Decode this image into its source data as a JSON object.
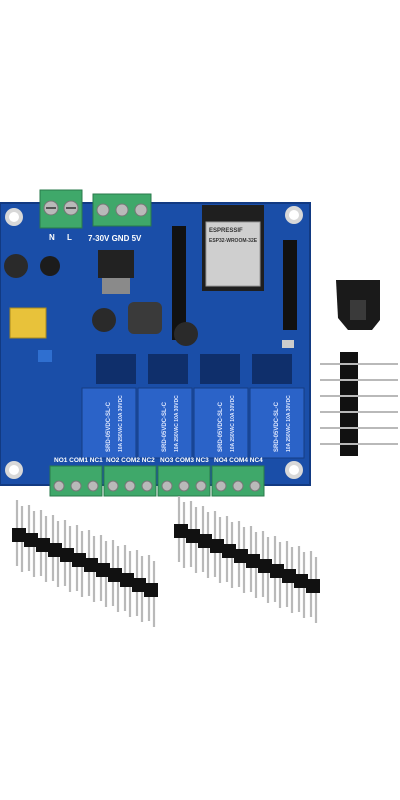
{
  "board": {
    "power_in_labels": {
      "n": "N",
      "l": "L"
    },
    "dc_label": "7-30V GND 5V",
    "module_brand": "ESPRESSIF",
    "module_model": "ESP32-WROOM-32E",
    "relays": [
      {
        "out_label": "NO1 COM1 NC1",
        "model": "SRD-05VDC-SL-C",
        "rating": "10A 250VAC 10A 30VDC"
      },
      {
        "out_label": "NO2 COM2 NC2",
        "model": "SRD-05VDC-SL-C",
        "rating": "10A 250VAC 10A 30VDC"
      },
      {
        "out_label": "NO3 COM3 NC3",
        "model": "SRD-05VDC-SL-C",
        "rating": "10A 250VAC 10A 30VDC"
      },
      {
        "out_label": "NO4 COM4 NC4",
        "model": "SRD-05VDC-SL-C",
        "rating": "10A 250VAC 10A 30VDC"
      }
    ]
  },
  "colors": {
    "pcb": "#1a4ea8",
    "pcb_dark": "#123a82",
    "terminal": "#3fa86a",
    "relay": "#2b63c8",
    "metal": "#b9b9b9",
    "plastic": "#1a1a1a",
    "pad": "#d8c9a0"
  }
}
